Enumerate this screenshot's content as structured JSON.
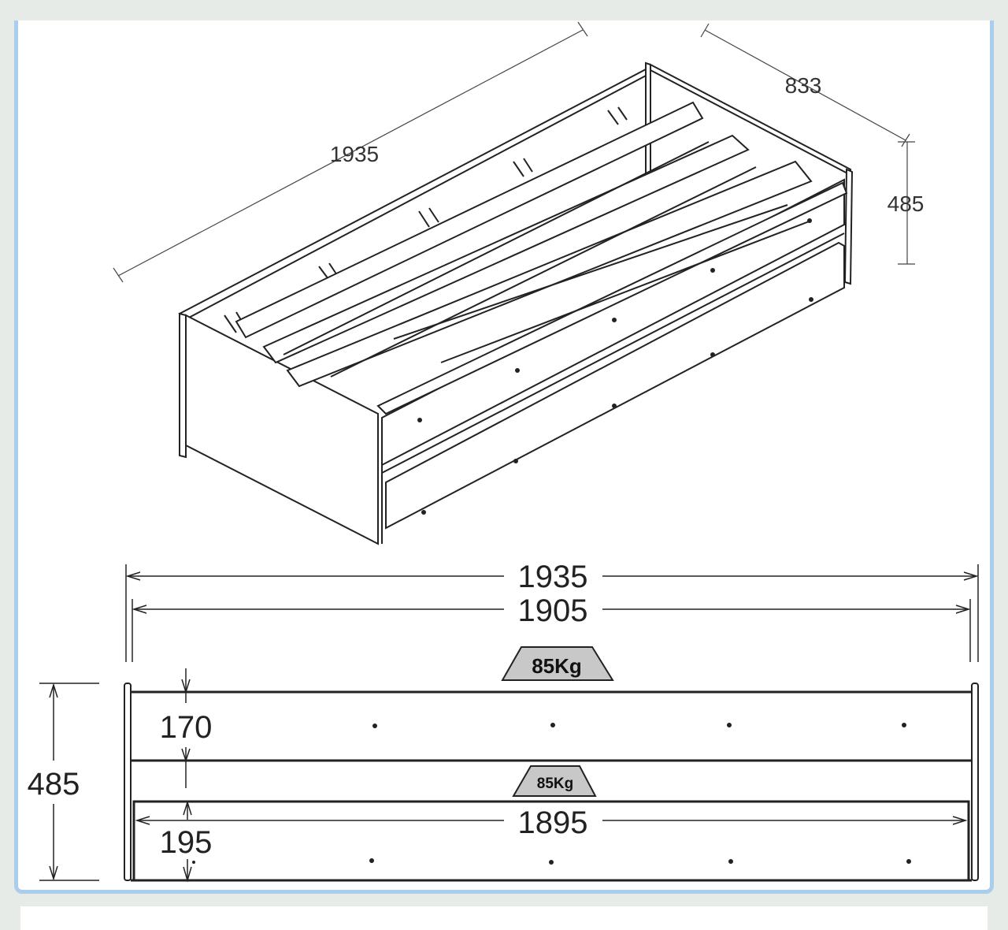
{
  "iso_view": {
    "length_label": "1935",
    "width_label": "833",
    "height_label": "485"
  },
  "front_view": {
    "overall_length_label": "1935",
    "inner_length_label": "1905",
    "trundle_length_label": "1895",
    "height_label": "485",
    "upper_height_label": "170",
    "trundle_height_label": "195",
    "bed_load_label": "85Kg",
    "trundle_load_label": "85Kg"
  },
  "colors": {
    "frame_border": "#a9cdea",
    "line": "#222222",
    "weight_badge_fill": "#c8c8c8"
  }
}
